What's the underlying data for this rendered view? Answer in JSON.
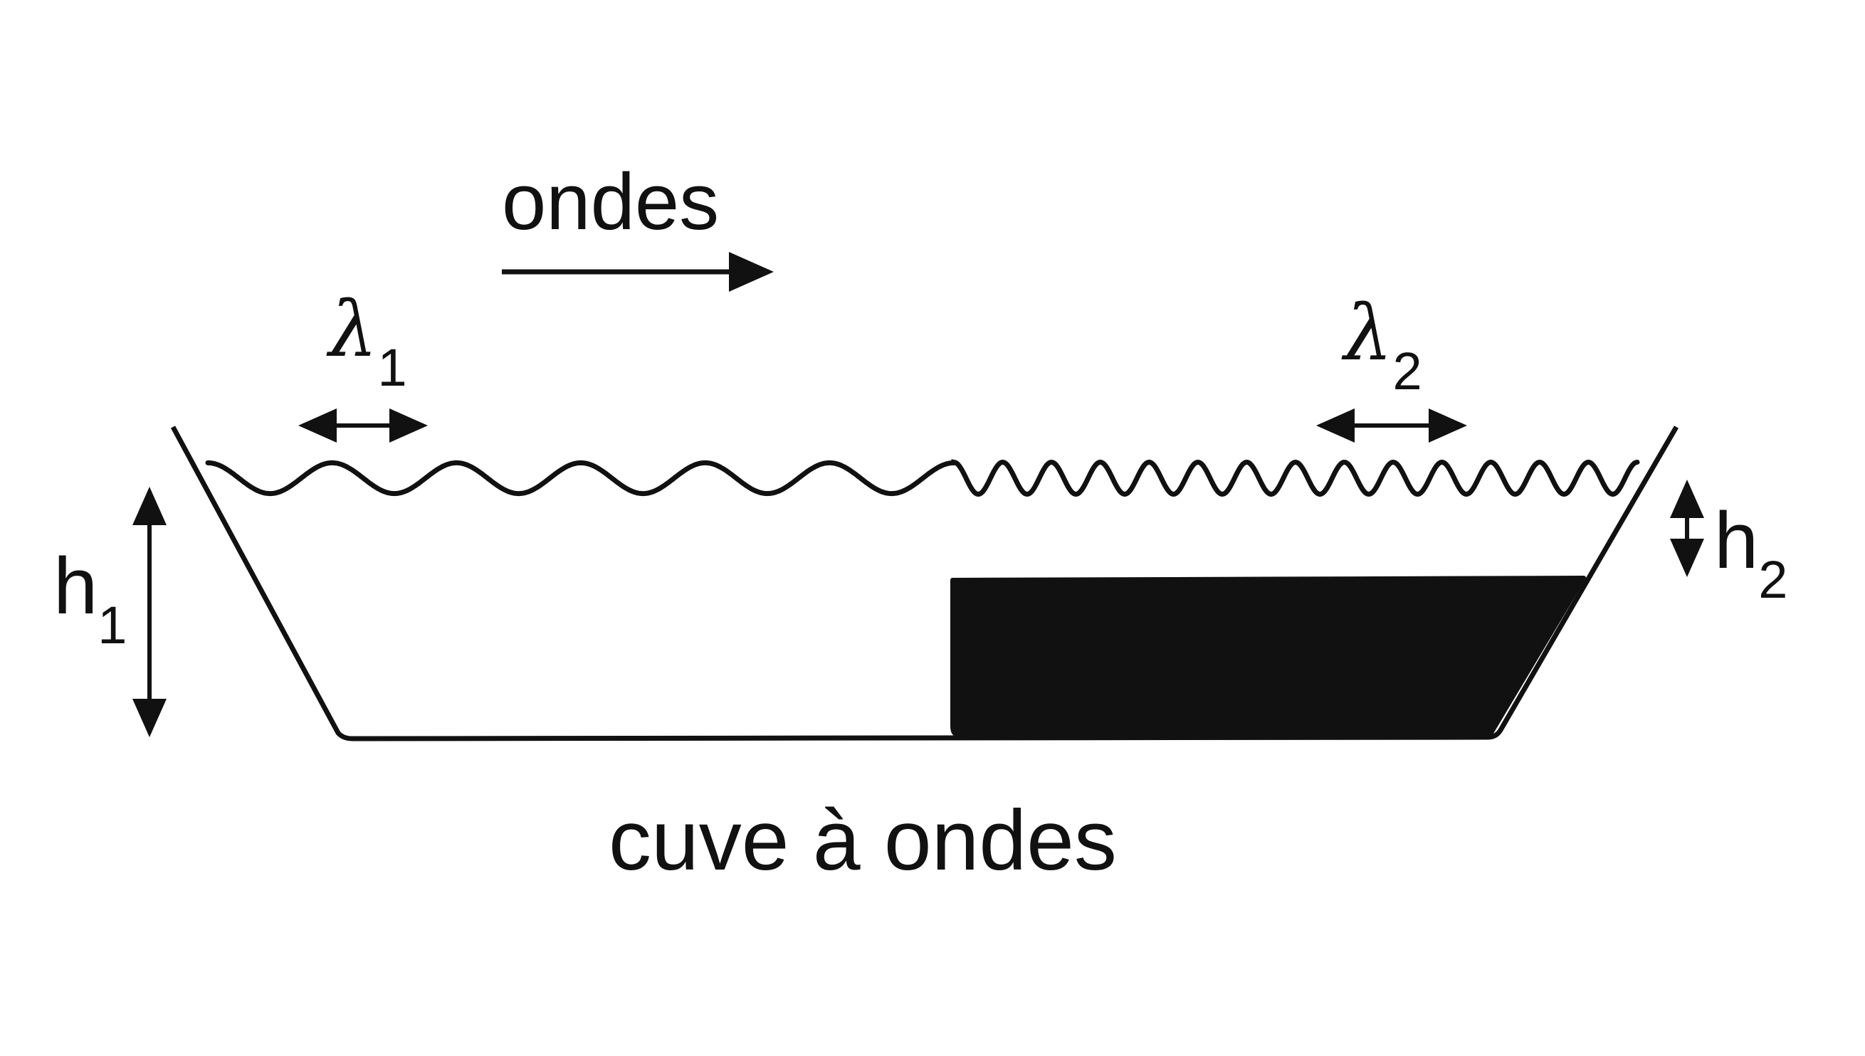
{
  "waves_label": "ondes",
  "caption": "cuve à ondes",
  "lambda1": {
    "symbol": "λ",
    "subscript": "1"
  },
  "lambda2": {
    "symbol": "λ",
    "subscript": "2"
  },
  "h1": {
    "symbol": "h",
    "subscript": "1"
  },
  "h2": {
    "symbol": "h",
    "subscript": "2"
  },
  "colors": {
    "ink": "#111111",
    "background": "#ffffff"
  }
}
